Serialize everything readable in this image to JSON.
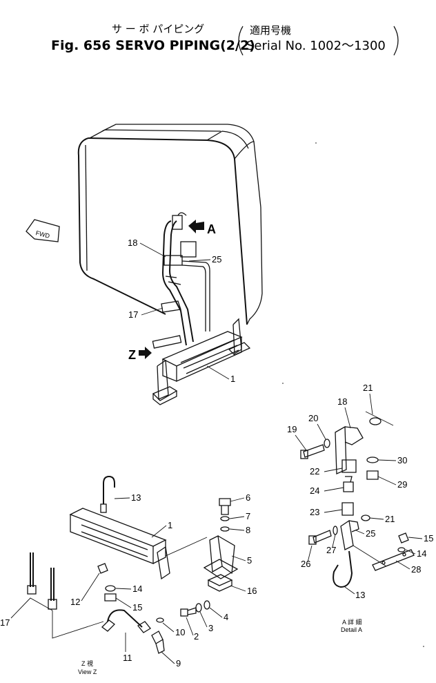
{
  "header": {
    "jp_title": "サ ー ボ パイピング",
    "title": "Fig. 656 SERVO PIPING(2/2)",
    "jp_serial": "適用号機",
    "serial": "Serial No. 1002～1300"
  },
  "markers": {
    "fwd": "FWD",
    "view_a": "A",
    "view_z": "Z"
  },
  "main_callouts": [
    "18",
    "25",
    "17",
    "1"
  ],
  "lower_left_callouts": [
    "13",
    "1",
    "6",
    "7",
    "8",
    "5",
    "16",
    "4",
    "3",
    "2",
    "10",
    "9",
    "11",
    "12",
    "14",
    "15",
    "17"
  ],
  "detail_a_callouts": [
    "21",
    "18",
    "20",
    "19",
    "30",
    "22",
    "29",
    "24",
    "23",
    "21",
    "15",
    "14",
    "27",
    "25",
    "26",
    "28",
    "13"
  ],
  "captions": {
    "view_z_jp": "Z 視",
    "view_z": "View Z",
    "detail_a_jp": "A 詳 細",
    "detail_a": "Detail A"
  },
  "colors": {
    "ink": "#111111",
    "paper": "#ffffff"
  }
}
